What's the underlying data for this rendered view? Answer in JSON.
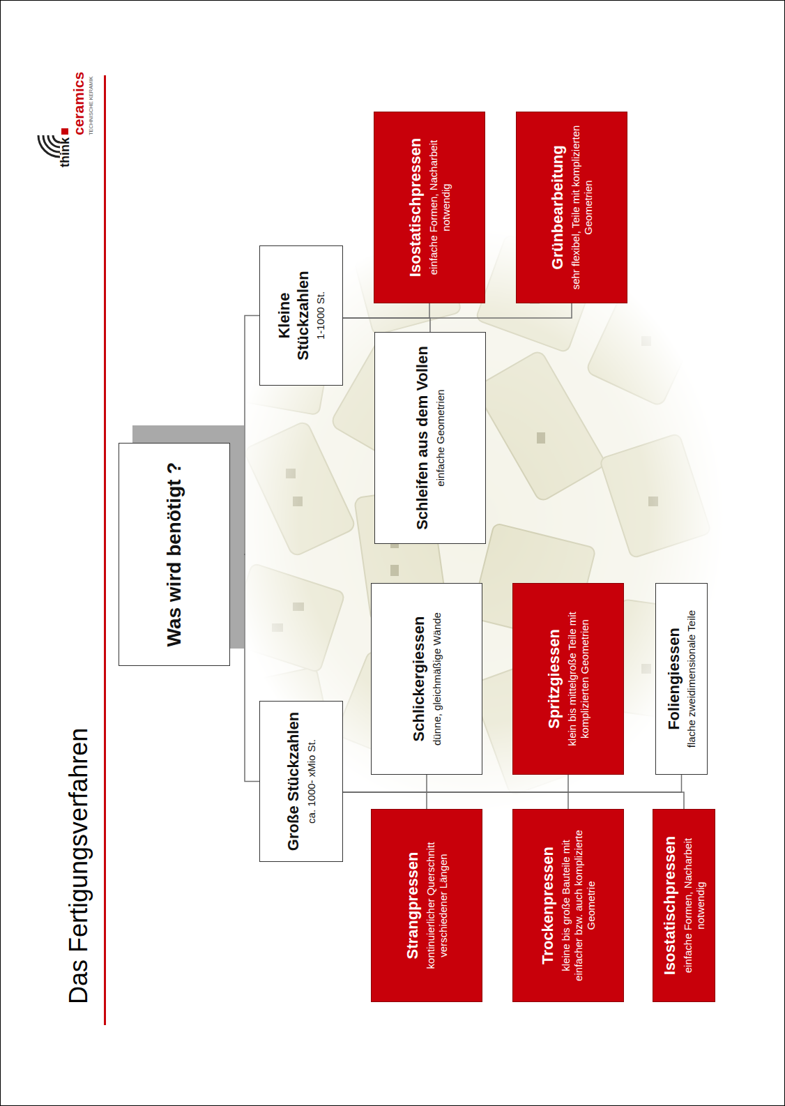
{
  "diagram": {
    "title": "Das Fertigungsverfahren",
    "nodes": [
      {
        "text": [
          "Was wird benötigt ?"
        ]
      },
      {
        "text": [
          "Große Stückzahlen",
          "ca. 1000- xMio St."
        ]
      },
      {
        "text": [
          "Kleine Stückzahlen",
          "1-1000 St."
        ]
      },
      {
        "text": [
          "Strangpressen",
          "kontinuierlicher Querschnitt verschiedener Längen"
        ]
      },
      {
        "text": [
          "Schlickergiessen",
          "dünne, gleichmäßige Wände"
        ]
      },
      {
        "text": [
          "Schleifen aus dem Vollen",
          "einfache Geometrien"
        ]
      },
      {
        "text": [
          "Isostatischpressen",
          "einfache Formen, Nacharbeit notwendig"
        ]
      },
      {
        "text": [
          "Trockenpressen",
          "kleine bis große Bauteile mit einfacher bzw. auch komplizierte Geometrie"
        ]
      },
      {
        "text": [
          "Spritzgiessen",
          "klein bis mittelgroße Teile mit komplizierten Geometrien"
        ]
      },
      {
        "text": [
          "Grünbearbeitung",
          "sehr flexibel, Teile mit komplizierten Geometrien"
        ]
      },
      {
        "text": [
          "Isostatischpressen",
          "einfache Formen, Nacharbeit notwendig"
        ]
      },
      {
        "text": [
          "Foliengiessen",
          "flache zweidimensionale Teile"
        ]
      }
    ],
    "edges": [
      {
        "from": 0,
        "to": 1,
        "arrow": "none"
      },
      {
        "from": 0,
        "to": 2,
        "arrow": "none"
      },
      {
        "from": 1,
        "to": 3,
        "arrow": "none"
      },
      {
        "from": 1,
        "to": 4,
        "arrow": "none"
      },
      {
        "from": 1,
        "to": 7,
        "arrow": "none"
      },
      {
        "from": 1,
        "to": 8,
        "arrow": "none"
      },
      {
        "from": 1,
        "to": 10,
        "arrow": "none"
      },
      {
        "from": 1,
        "to": 11,
        "arrow": "none"
      },
      {
        "from": 2,
        "to": 5,
        "arrow": "none"
      },
      {
        "from": 2,
        "to": 6,
        "arrow": "none"
      },
      {
        "from": 2,
        "to": 9,
        "arrow": "none"
      }
    ],
    "labels": [
      "think",
      "ceramics",
      "TECHNISCHE KERAMIK"
    ]
  }
}
